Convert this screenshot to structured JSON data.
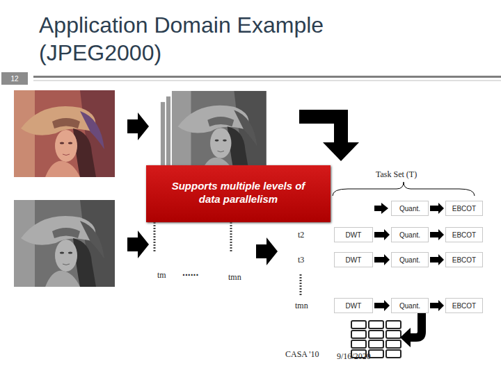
{
  "diagram": {
    "title": "Application Domain Example (JPEG2000)",
    "nodes": [
      {
        "text": [
          "12"
        ]
      },
      {
        "text": [
          "Supports multiple levels of data parallelism"
        ]
      },
      {
        "text": [
          "Quant."
        ]
      },
      {
        "text": [
          "EBCOT"
        ]
      },
      {
        "text": [
          "DWT"
        ]
      },
      {
        "text": [
          "Quant."
        ]
      },
      {
        "text": [
          "EBCOT"
        ]
      },
      {
        "text": [
          "DWT"
        ]
      },
      {
        "text": [
          "Quant."
        ]
      },
      {
        "text": [
          "EBCOT"
        ]
      },
      {
        "text": [
          "DWT"
        ]
      },
      {
        "text": [
          "Quant."
        ]
      },
      {
        "text": [
          "EBCOT"
        ]
      }
    ],
    "edges": [
      {
        "from": 2,
        "to": 3,
        "arrow": "to"
      },
      {
        "from": 4,
        "to": 5,
        "arrow": "to"
      },
      {
        "from": 5,
        "to": 6,
        "arrow": "to"
      },
      {
        "from": 7,
        "to": 8,
        "arrow": "to"
      },
      {
        "from": 8,
        "to": 9,
        "arrow": "to"
      },
      {
        "from": 10,
        "to": 11,
        "arrow": "to"
      },
      {
        "from": 11,
        "to": 12,
        "arrow": "to"
      }
    ],
    "labels": [
      "Task Set (T)",
      "t2",
      "t3",
      "tmn",
      "tm",
      "......",
      "tmn",
      "CASA '10",
      "9/16/2020"
    ]
  }
}
